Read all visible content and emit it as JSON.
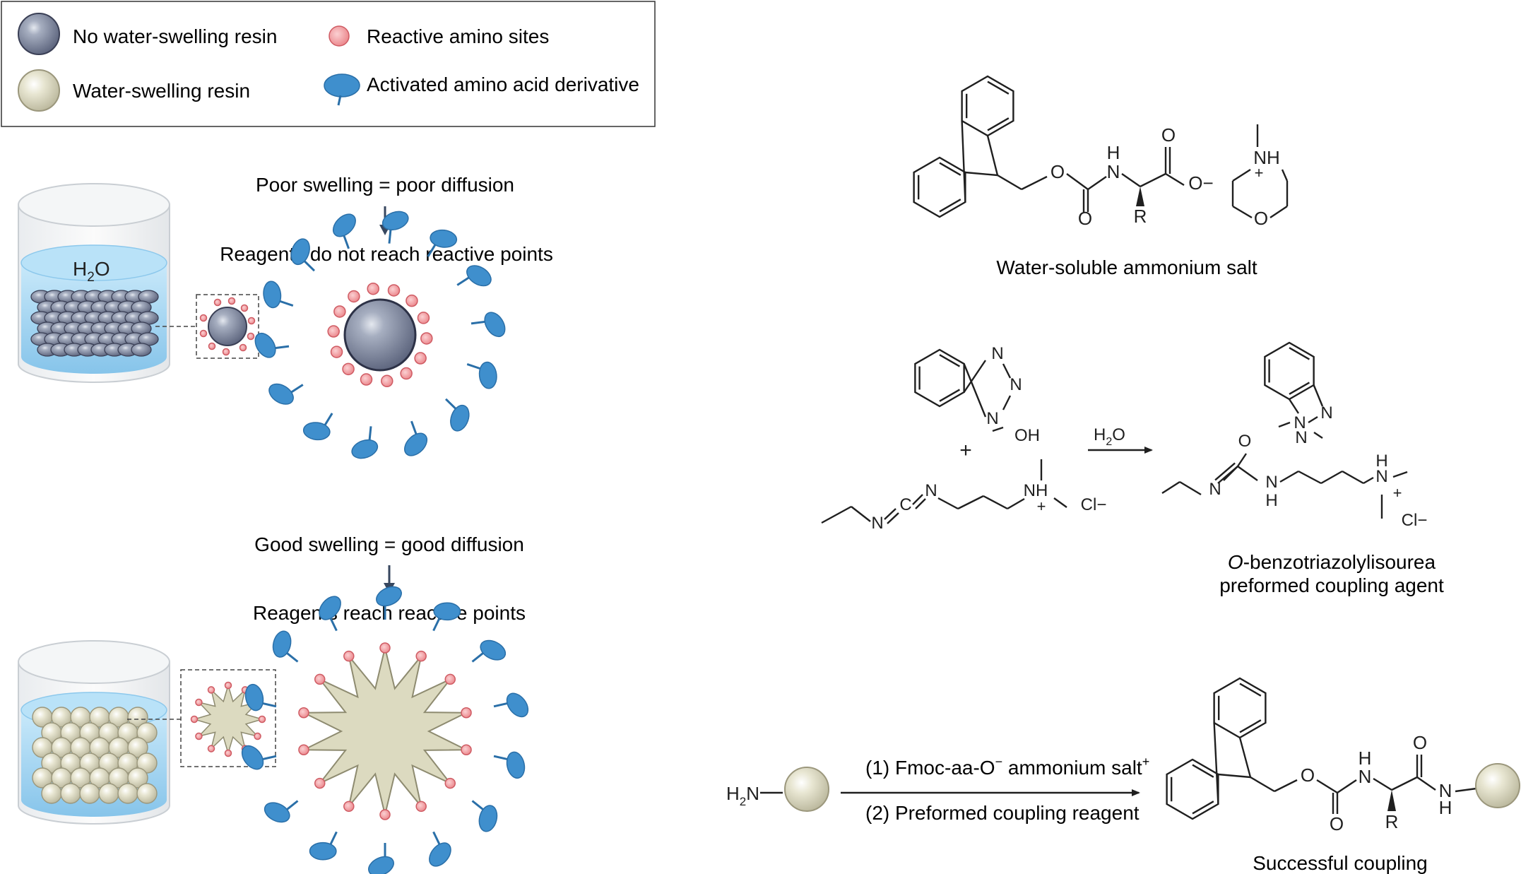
{
  "legend": {
    "no_swell": "No water-swelling resin",
    "swell": "Water-swelling resin",
    "amino": "Reactive amino sites",
    "activated": "Activated amino acid derivative"
  },
  "poor": {
    "title": "Poor swelling = poor diffusion",
    "subtitle": "Reagents do not reach reactive points",
    "water_h": "H",
    "water_sub": "2",
    "water_o": "O"
  },
  "good": {
    "title": "Good swelling = good diffusion",
    "subtitle": "Reagents reach reactive points"
  },
  "salt": {
    "caption": "Water-soluble ammonium salt",
    "atom_O_ester": "O",
    "atom_O_carbonyl1": "O",
    "atom_N": "N",
    "atom_H": "H",
    "atom_R": "R",
    "atom_O_top": "O",
    "atom_O_minus": "O−",
    "morph_NH": "NH",
    "morph_plus": "+",
    "morph_O": "O"
  },
  "reaction2": {
    "hobt_N1": "N",
    "hobt_N2": "N",
    "hobt_N3": "N",
    "hobt_OH": "OH",
    "plus": "+",
    "edc_N1": "N",
    "edc_C": "C",
    "edc_N2": "N",
    "edc_NH": "NH",
    "edc_plus": "+",
    "edc_Cl": "Cl−",
    "arrow_H": "H",
    "arrow_sub": "2",
    "arrow_O": "O",
    "prod_O": "O",
    "prod_N1": "N",
    "prod_N2": "N",
    "prod_N3": "N",
    "prod_N_imine": "N",
    "prod_N_amine": "N",
    "prod_H": "H",
    "prod_NH_plus": "N",
    "prod_H2": "H",
    "prod_plus": "+",
    "prod_Cl": "Cl−",
    "caption_line1_italic": "O",
    "caption_line1_rest": "-benzotriazolylisourea",
    "caption_line2": "preformed coupling agent"
  },
  "reaction3": {
    "h2n_H": "H",
    "h2n_sub": "2",
    "h2n_N": "N",
    "step1": "(1)  Fmoc-aa-O",
    "step1_sup_minus": "−",
    "step1_rest": " ammonium salt",
    "step1_sup_plus": "+",
    "step2": "(2) Preformed coupling reagent",
    "prod_O_ester": "O",
    "prod_O_c1": "O",
    "prod_N": "N",
    "prod_H": "H",
    "prod_R": "R",
    "prod_O_top": "O",
    "prod_N2": "N",
    "prod_H2": "H",
    "caption": "Successful coupling"
  },
  "colors": {
    "dark_resin": "#8a93a8",
    "light_resin": "#dedcc4",
    "amino_site": "#f29a9e",
    "activated": "#3f8fcd",
    "water": "#a9d9f3",
    "arrow": "#37475f"
  }
}
